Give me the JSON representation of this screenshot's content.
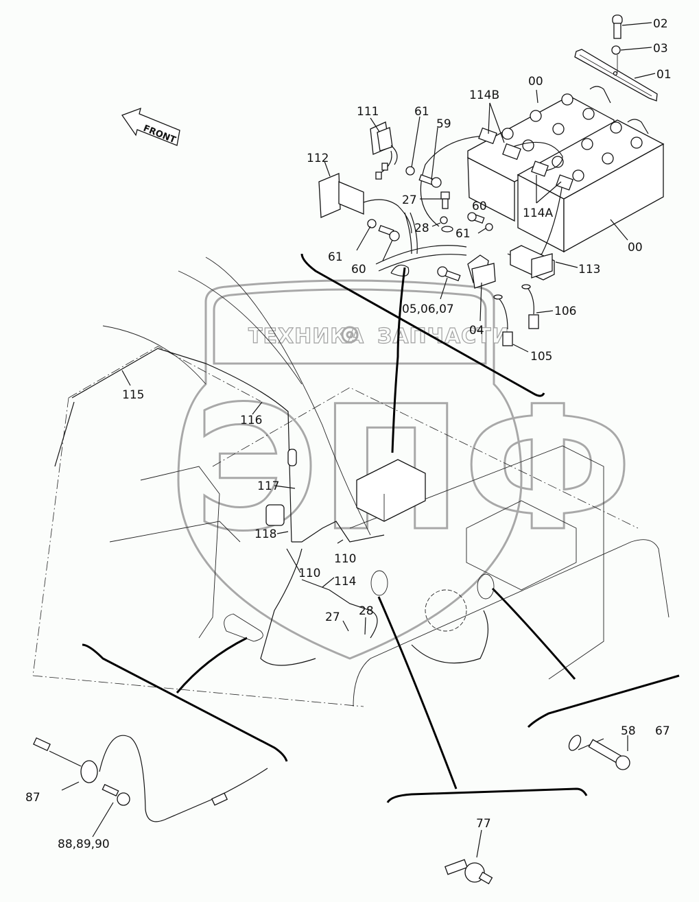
{
  "diagram": {
    "type": "exploded parts diagram",
    "subject": "Excavator battery and electrical wiring",
    "direction_indicator": "FRONT",
    "watermark": {
      "top_text_left": "ТЕХНИКА",
      "top_text_right": "ЗАПЧАСТИ",
      "logo_letters": "ЭПФ"
    },
    "callouts": [
      {
        "id": "c02",
        "label": "02"
      },
      {
        "id": "c03",
        "label": "03"
      },
      {
        "id": "c01",
        "label": "01"
      },
      {
        "id": "c00a",
        "label": "00"
      },
      {
        "id": "c00b",
        "label": "00"
      },
      {
        "id": "c114b",
        "label": "114B"
      },
      {
        "id": "c114a",
        "label": "114A"
      },
      {
        "id": "c111",
        "label": "111"
      },
      {
        "id": "c61a",
        "label": "61"
      },
      {
        "id": "c59",
        "label": "59"
      },
      {
        "id": "c112",
        "label": "112"
      },
      {
        "id": "c27a",
        "label": "27"
      },
      {
        "id": "c60a",
        "label": "60"
      },
      {
        "id": "c28a",
        "label": "28"
      },
      {
        "id": "c61b",
        "label": "61"
      },
      {
        "id": "c61c",
        "label": "61"
      },
      {
        "id": "c60b",
        "label": "60"
      },
      {
        "id": "c113",
        "label": "113"
      },
      {
        "id": "c050607",
        "label": "05,06,07"
      },
      {
        "id": "c04",
        "label": "04"
      },
      {
        "id": "c106",
        "label": "106"
      },
      {
        "id": "c105",
        "label": "105"
      },
      {
        "id": "c115",
        "label": "115"
      },
      {
        "id": "c116",
        "label": "116"
      },
      {
        "id": "c117",
        "label": "117"
      },
      {
        "id": "c118",
        "label": "118"
      },
      {
        "id": "c110a",
        "label": "110"
      },
      {
        "id": "c110b",
        "label": "110"
      },
      {
        "id": "c114",
        "label": "114"
      },
      {
        "id": "c27b",
        "label": "27"
      },
      {
        "id": "c28b",
        "label": "28"
      },
      {
        "id": "c58",
        "label": "58"
      },
      {
        "id": "c67",
        "label": "67"
      },
      {
        "id": "c87",
        "label": "87"
      },
      {
        "id": "c888990",
        "label": "88,89,90"
      },
      {
        "id": "c77",
        "label": "77"
      }
    ]
  }
}
